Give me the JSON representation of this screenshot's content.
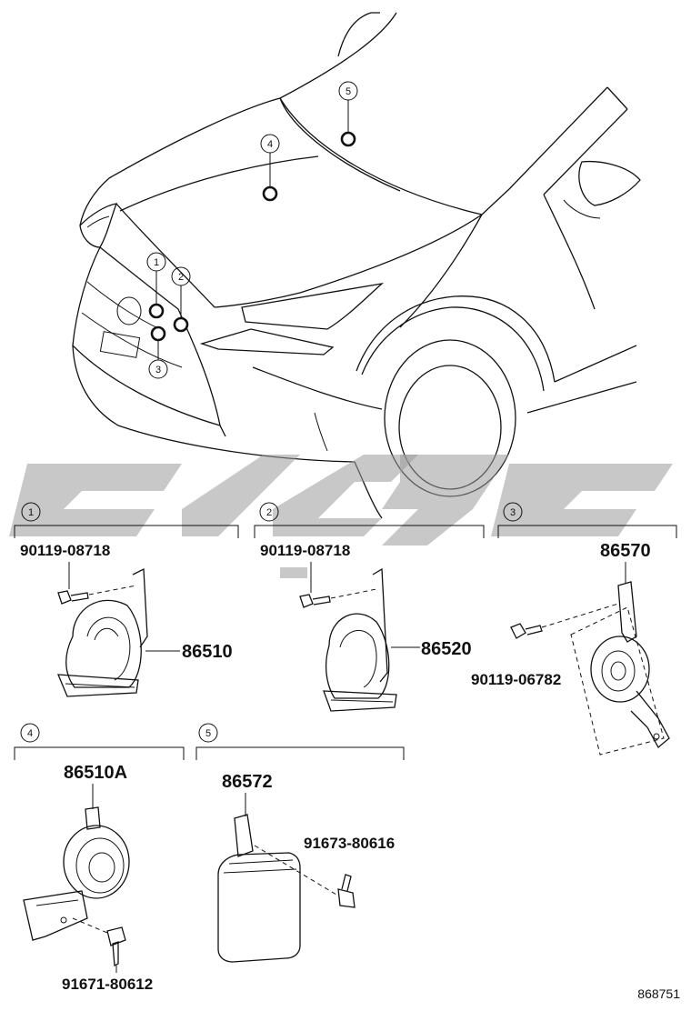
{
  "callouts": [
    "1",
    "2",
    "3",
    "4",
    "5"
  ],
  "sections": [
    {
      "num": "1",
      "parts": [
        "90119-08718",
        "86510"
      ]
    },
    {
      "num": "2",
      "parts": [
        "90119-08718",
        "86520"
      ]
    },
    {
      "num": "3",
      "parts": [
        "86570",
        "90119-06782"
      ]
    },
    {
      "num": "4",
      "parts": [
        "86510A",
        "91671-80612"
      ]
    },
    {
      "num": "5",
      "parts": [
        "86572",
        "91673-80616"
      ]
    }
  ],
  "illustration_id": "868751"
}
